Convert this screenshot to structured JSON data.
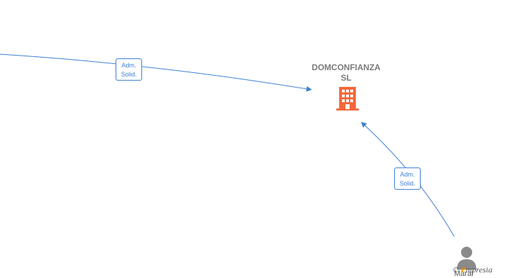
{
  "company": {
    "name_line1": "DOMCONFIANZA",
    "name_line2": "SL",
    "icon": "building-icon",
    "color": "#f4683a"
  },
  "edges": [
    {
      "label_line1": "Adm.",
      "label_line2": "Solid."
    },
    {
      "label_line1": "Adm.",
      "label_line2": "Solid."
    }
  ],
  "person": {
    "name": "Maraf",
    "icon": "person-icon"
  },
  "watermark": {
    "copyright": "©",
    "brand_initial": "e",
    "brand_rest": "mpresia"
  },
  "colors": {
    "edge": "#3d7fd1",
    "company": "#f4683a",
    "person": "#8a8a8a",
    "text": "#7a7a7a"
  }
}
